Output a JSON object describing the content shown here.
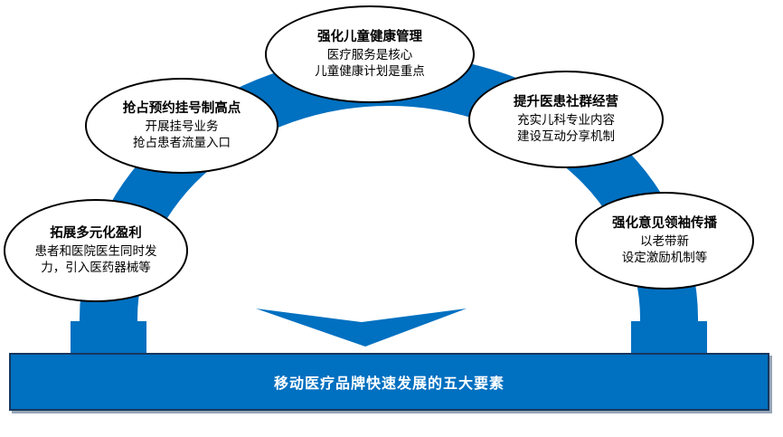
{
  "colors": {
    "arch": "#0070C0",
    "banner_background": "#0070C0",
    "banner_border": "#17375E",
    "ellipse_border": "#000000",
    "ellipse_fill": "#FFFFFF",
    "banner_text": "#FFFFFF"
  },
  "banner": {
    "title": "移动医疗品牌快速发展的五大要素"
  },
  "icons": {
    "down_arrow": "down-arrow-icon"
  },
  "nodes": [
    {
      "id": "top",
      "title": "强化儿童健康管理",
      "lines": [
        "医疗服务是核心",
        "儿童健康计划是重点"
      ]
    },
    {
      "id": "upper-left",
      "title": "抢占预约挂号制高点",
      "lines": [
        "开展挂号业务",
        "抢占患者流量入口"
      ]
    },
    {
      "id": "upper-right",
      "title": "提升医患社群经营",
      "lines": [
        "充实儿科专业内容",
        "建设互动分享机制"
      ]
    },
    {
      "id": "lower-left",
      "title": "拓展多元化盈利",
      "lines": [
        "患者和医院医生同时发",
        "力，引入医药器械等"
      ]
    },
    {
      "id": "lower-right",
      "title": "强化意见领袖传播",
      "lines": [
        "以老带新",
        "设定激励机制等"
      ]
    }
  ]
}
